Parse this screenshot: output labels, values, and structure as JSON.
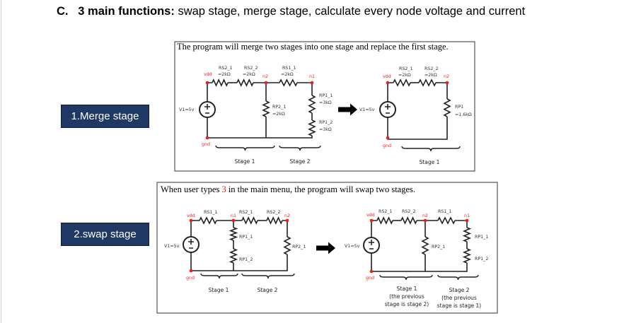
{
  "heading": {
    "prefix": "C.",
    "bold": "3 main functions:",
    "rest": " swap stage, merge stage, calculate every node voltage and current"
  },
  "merge": {
    "label": "1.Merge stage",
    "caption": "The program will merge two stages into one stage and replace the first stage.",
    "before": {
      "rs2_1": "RS2_1",
      "rs2_1v": "=2kΩ",
      "rs2_2": "RS2_2",
      "rs2_2v": "=2kΩ",
      "rs1_1": "RS1_1",
      "rs1_1v": "=2kΩ",
      "vdd": "vdd",
      "n2": "n2",
      "n1": "n1",
      "v1": "V1=5v",
      "rp2_1": "RP2_1",
      "rp2_1v": "=2kΩ",
      "rp1_1": "RP1_1",
      "rp1_1v": "=3kΩ",
      "rp1_2": "RP1_2",
      "rp1_2v": "=3kΩ",
      "gnd": "gnd",
      "stage1": "Stage 1",
      "stage2": "Stage 2"
    },
    "after": {
      "rs2_1": "RS2_1",
      "rs2_1v": "=2kΩ",
      "rs2_2": "RS2_2",
      "rs2_2v": "=2kΩ",
      "vdd": "vdd",
      "n2": "n2",
      "v1": "V1=5v",
      "rp1": "RP1",
      "rp1v": "=1.6kΩ",
      "gnd": "gnd",
      "stage1": "Stage 1"
    }
  },
  "swap": {
    "label": "2.swap stage",
    "caption_pre": "When user types ",
    "caption_num": "3",
    "caption_post": " in the main menu, the program will swap two stages.",
    "before": {
      "vdd": "vdd",
      "rs1_1": "RS1_1",
      "n1": "n1",
      "rs2_1": "RS2_1",
      "rs2_2": "RS2_2",
      "n2": "n2",
      "rp1_1": "RP1_1",
      "rp1_2": "RP1_2",
      "rp2_1": "RP2_1",
      "v1": "V1=5v",
      "gnd": "gnd",
      "stage1": "Stage 1",
      "stage2": "Stage 2"
    },
    "after": {
      "vdd": "vdd",
      "rs2_1": "RS2_1",
      "rs2_2": "RS2_2",
      "n2": "n2",
      "rs1_1": "RS1_1",
      "n1": "n1",
      "rp2_1": "RP2_1",
      "rp1_1": "RP1_1",
      "rp1_2": "RP1_2",
      "v1": "V1=5v",
      "gnd": "gnd",
      "stage1": [
        "Stage 1",
        "(the previous",
        "stage is stage 2)"
      ],
      "stage2": [
        "Stage 2",
        "(the previous",
        "stage is stage 1)"
      ]
    }
  },
  "colors": {
    "accent_box": "#1f3864",
    "node": "#e8201c"
  }
}
